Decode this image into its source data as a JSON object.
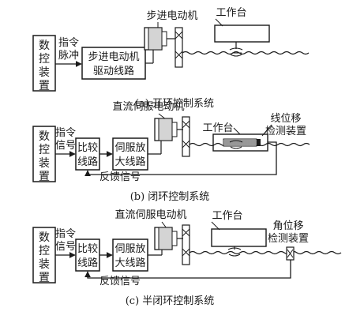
{
  "panel_a": {
    "cnc": [
      "数",
      "控",
      "装",
      "置"
    ],
    "cmd_signal": [
      "指令",
      "脉冲"
    ],
    "stepper_motor": "步进电动机",
    "driver": [
      "步进电动机",
      "驱动线路"
    ],
    "worktable": "工作台",
    "caption": "(a) 开环控制系统"
  },
  "panel_b": {
    "cnc": [
      "数",
      "控",
      "装",
      "置"
    ],
    "cmd_signal": [
      "指令",
      "信号"
    ],
    "comparator": [
      "比较",
      "线路"
    ],
    "amplifier": [
      "伺服放",
      "大线路"
    ],
    "motor": "直流伺服电动机",
    "worktable": "工作台",
    "sensor": [
      "线位移",
      "检测装置"
    ],
    "feedback": "反馈信号",
    "caption": "(b) 闭环控制系统"
  },
  "panel_c": {
    "cnc": [
      "数",
      "控",
      "装",
      "置"
    ],
    "cmd_signal": [
      "指令",
      "信号"
    ],
    "comparator": [
      "比较",
      "线路"
    ],
    "amplifier": [
      "伺服放",
      "大线路"
    ],
    "motor": "直流伺服电动机",
    "worktable": "工作台",
    "sensor": [
      "角位移",
      "检测装置"
    ],
    "feedback": "反馈信号",
    "caption": "(c) 半闭环控制系统"
  }
}
